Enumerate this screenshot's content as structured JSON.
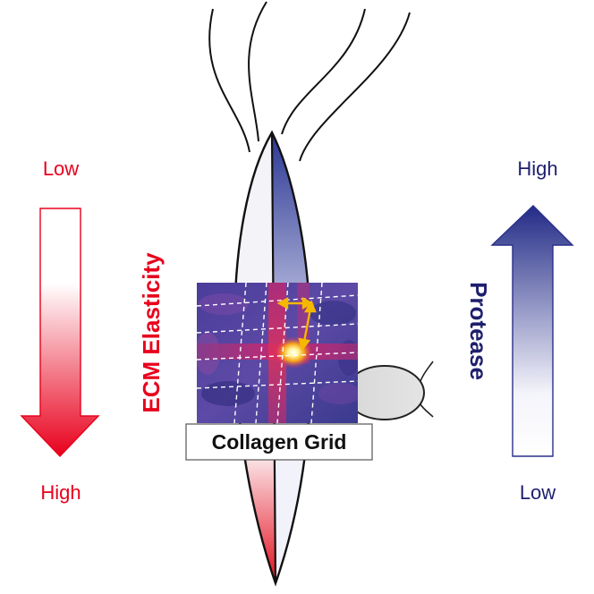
{
  "left_scale": {
    "top_label": "Low",
    "bottom_label": "High",
    "title": "ECM Elasticity",
    "color": "#e8001c"
  },
  "right_scale": {
    "top_label": "High",
    "bottom_label": "Low",
    "title": "Protease",
    "color": "#1f1f7a"
  },
  "inset": {
    "caption": "Collagen Grid"
  },
  "colors": {
    "red": "#e8001c",
    "navy": "#1f1f7a",
    "blue": "#2a3590",
    "arrow_yellow": "#f5b800",
    "grid_purple": "#5a3f9e"
  }
}
